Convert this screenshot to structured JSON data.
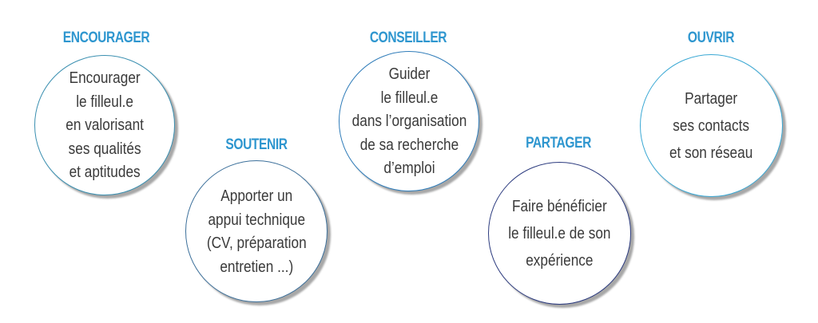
{
  "colors": {
    "heading": "#2e96cf",
    "body_text": "#3a3a3a",
    "shadow": "#a7a7a7"
  },
  "items": [
    {
      "heading": "ENCOURAGER",
      "border_color": "#3a8fb0",
      "lines": [
        "Encourager",
        "le filleul.e",
        "en valorisant",
        "ses qualités",
        "et aptitudes"
      ]
    },
    {
      "heading": "SOUTENIR",
      "border_color": "#3b6f9a",
      "lines": [
        "Apporter un",
        "appui technique",
        "(CV, préparation",
        "entretien ...)"
      ]
    },
    {
      "heading": "CONSEILLER",
      "border_color": "#2f7cb9",
      "lines": [
        "Guider",
        "le filleul.e",
        "dans l’organisation",
        "de sa recherche",
        "d’emploi"
      ]
    },
    {
      "heading": "PARTAGER",
      "border_color": "#2b3a7e",
      "lines": [
        "Faire bénéficier",
        "le filleul.e de son",
        "expérience"
      ]
    },
    {
      "heading": "OUVRIR",
      "border_color": "#3aa8d4",
      "lines": [
        "Partager",
        "ses contacts",
        "et son réseau"
      ]
    }
  ]
}
